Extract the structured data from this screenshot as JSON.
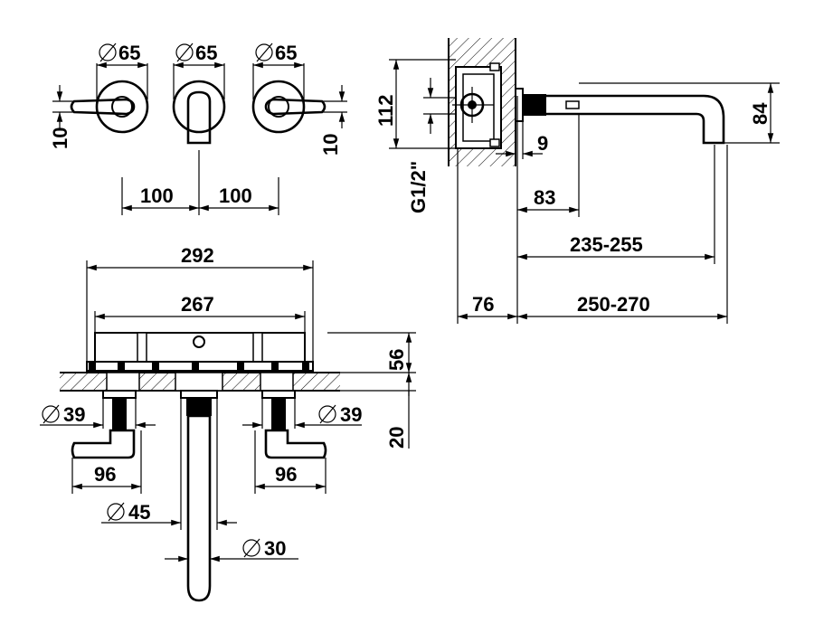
{
  "front_view": {
    "diameters": [
      "65",
      "65",
      "65"
    ],
    "spacing": [
      "100",
      "100"
    ],
    "lever_thickness_left": "10",
    "lever_thickness_right": "10"
  },
  "side_view": {
    "box_height": "112",
    "thread": "G1/2\"",
    "spout_drop": "84",
    "nut_width": "9",
    "dim_83": "83",
    "reach_inner": "235-255",
    "wall_depth": "76",
    "reach_outer": "250-270"
  },
  "top_view": {
    "overall_width": "292",
    "box_width": "267",
    "box_height": "56",
    "rosette_depth": "20",
    "handle_diameter_left": "39",
    "handle_diameter_right": "39",
    "handle_offset_left": "96",
    "handle_offset_right": "96",
    "spout_rosette_diameter": "45",
    "spout_diameter": "30"
  }
}
